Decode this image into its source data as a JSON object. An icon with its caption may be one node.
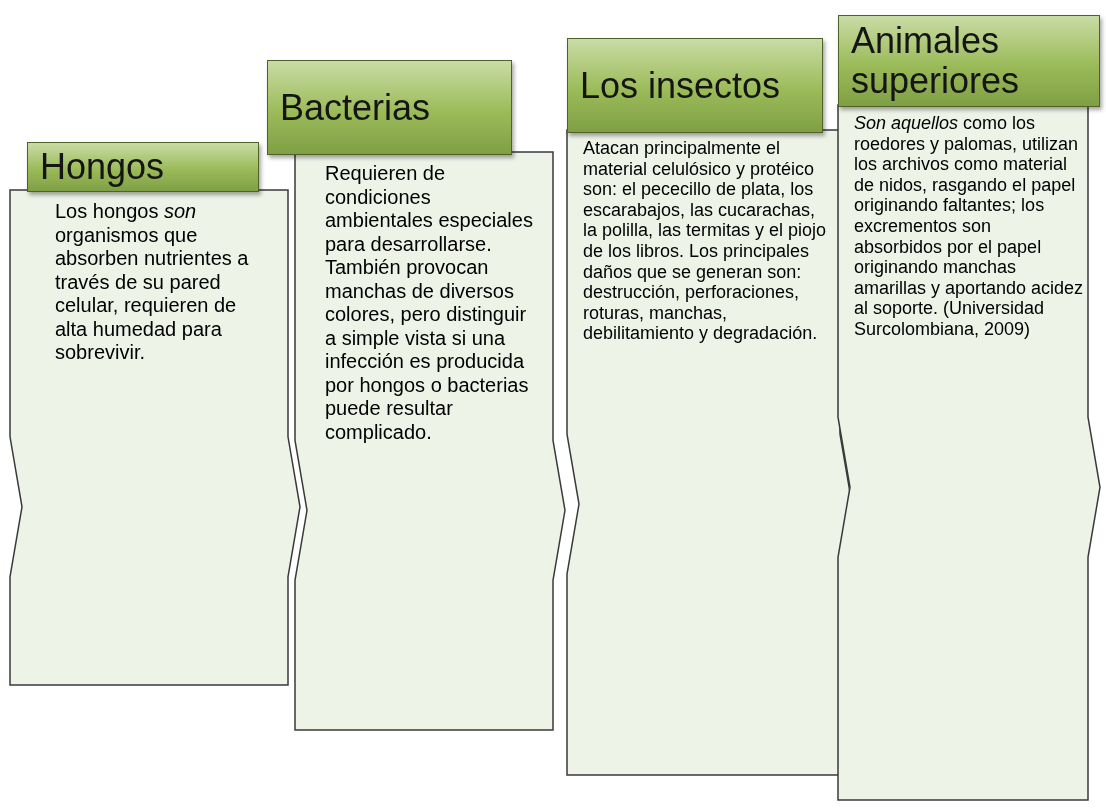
{
  "diagram": {
    "nodes": [
      {
        "text": [
          "Hongos"
        ]
      },
      {
        "text": [
          "Los hongos *son* organismos que absorben nutrientes a través de su pared celular, requieren de alta humedad para sobrevivir."
        ]
      },
      {
        "text": [
          "Bacterias"
        ]
      },
      {
        "text": [
          "Requieren de condiciones ambientales especiales para desarrollarse. También provocan manchas de diversos colores, pero distinguir a simple vista si una infección es producida por hongos o bacterias puede resultar complicado."
        ]
      },
      {
        "text": [
          "Los insectos"
        ]
      },
      {
        "text": [
          "Atacan principalmente el material celulósico y protéico son: el pececillo de plata, los escarabajos, las cucarachas, la polilla, las termitas y el piojo de los libros. Los principales daños que se generan son: destrucción, perforaciones, roturas, manchas, debilitamiento y degradación."
        ]
      },
      {
        "text": [
          "Animales superiores"
        ]
      },
      {
        "text": [
          "*Son aquellos* como los roedores y palomas, utilizan los archivos como material de nidos, rasgando el papel originando faltantes; los excrementos son absorbidos por el papel originando manchas amarillas y aportando acidez al soporte. (Universidad Surcolombiana, 2009)"
        ]
      }
    ]
  }
}
